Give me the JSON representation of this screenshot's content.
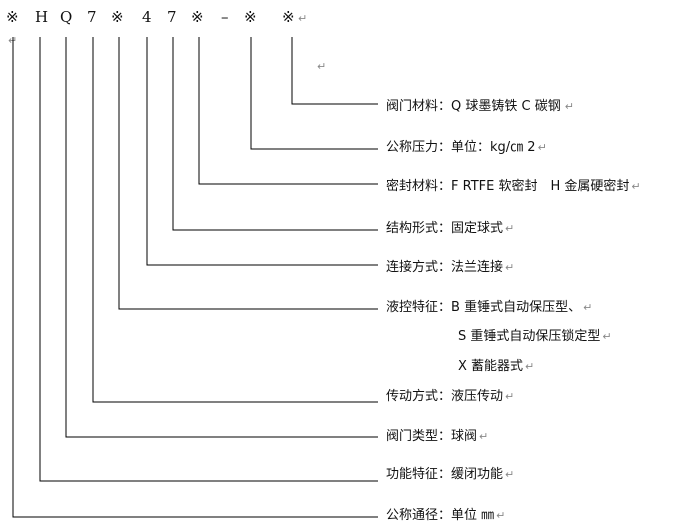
{
  "code_row": [
    "※",
    "H",
    "Q",
    "7",
    "※",
    "4",
    "7",
    "※",
    "–",
    "※",
    "※"
  ],
  "return_mark": "↵",
  "legend": [
    {
      "label": "阀门材料：",
      "value": "Q 球墨铸铁 C 碳钢"
    },
    {
      "label": "公称压力：",
      "value": "单位：kg/㎝ 2"
    },
    {
      "label": "密封材料：",
      "value": "F RTFE 软密封　H 金属硬密封"
    },
    {
      "label": "结构形式：",
      "value": "固定球式"
    },
    {
      "label": "连接方式：",
      "value": "法兰连接"
    },
    {
      "label": "液控特征：",
      "value": "B 重锤式自动保压型、",
      "extra": [
        "S 重锤式自动保压锁定型",
        "X 蓄能器式"
      ]
    },
    {
      "label": "传动方式：",
      "value": "液压传动"
    },
    {
      "label": "阀门类型：",
      "value": "球阀"
    },
    {
      "label": "功能特征：",
      "value": "缓闭功能"
    },
    {
      "label": "公称通径：",
      "value": "单位 ㎜"
    }
  ]
}
